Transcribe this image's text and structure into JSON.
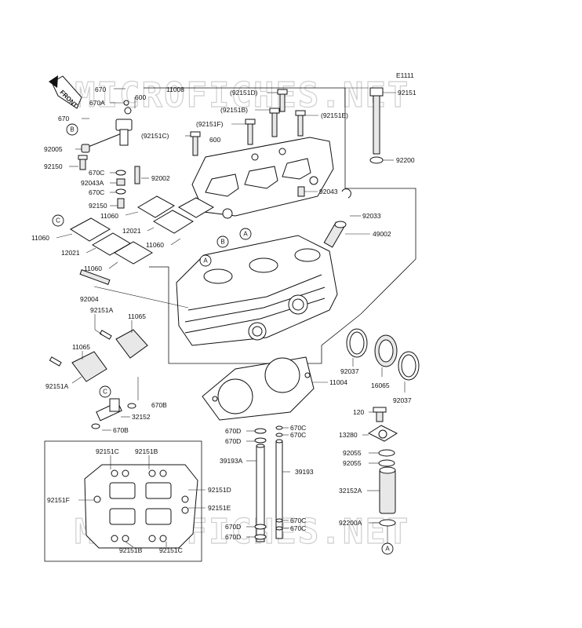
{
  "figure_code": "E1111",
  "watermark": "MICROFICHES.NET",
  "front_label": "FRONT",
  "part_labels": {
    "p670_top": "670",
    "p670A": "670A",
    "p600_top": "600",
    "p11008": "11008",
    "p670_left": "670",
    "p92005": "92005",
    "p92150_a": "92150",
    "p670C_a": "670C",
    "p92043A": "92043A",
    "p670C_b": "670C",
    "p92150_b": "92150",
    "p92002": "92002",
    "p92151D_top": "(92151D)",
    "p92151B_top": "(92151B)",
    "p92151F_top": "(92151F)",
    "p92151C_top": "(92151C)",
    "p92151E_top": "(92151E)",
    "p600_mid": "600",
    "p92151_right": "92151",
    "p92200": "92200",
    "p92043": "92043",
    "p92033": "92033",
    "p49002": "49002",
    "p11060_a": "11060",
    "p12021_a": "12021",
    "p11060_b": "11060",
    "p11060_c": "11060",
    "p12021_b": "12021",
    "p11060_d": "11060",
    "p92004": "92004",
    "p92151A_a": "92151A",
    "p11065_a": "11065",
    "p11065_b": "11065",
    "p92151A_b": "92151A",
    "p670B_a": "670B",
    "p32152": "32152",
    "p670B_b": "670B",
    "p92037_a": "92037",
    "p16065": "16065",
    "p92037_b": "92037",
    "p11004": "11004",
    "p120": "120",
    "p13280": "13280",
    "p92055_a": "92055",
    "p92055_b": "92055",
    "p32152A": "32152A",
    "p92200A": "92200A",
    "p670D_a": "670D",
    "p670D_b": "670D",
    "p670C_c": "670C",
    "p670C_d": "670C",
    "p39193A": "39193A",
    "p39193": "39193",
    "p670D_c": "670D",
    "p670D_d": "670D",
    "p670C_e": "670C",
    "p670C_f": "670C",
    "inset_92151C_top": "92151C",
    "inset_92151B_top": "92151B",
    "inset_92151F": "92151F",
    "inset_92151D": "92151D",
    "inset_92151E": "92151E",
    "inset_92151B_bot": "92151B",
    "inset_92151C_bot": "92151C"
  },
  "callouts": {
    "B_top": "B",
    "B_mid": "B",
    "A_head1": "A",
    "A_head2": "A",
    "C_left": "C",
    "C_mid": "C",
    "A_bottom": "A"
  }
}
